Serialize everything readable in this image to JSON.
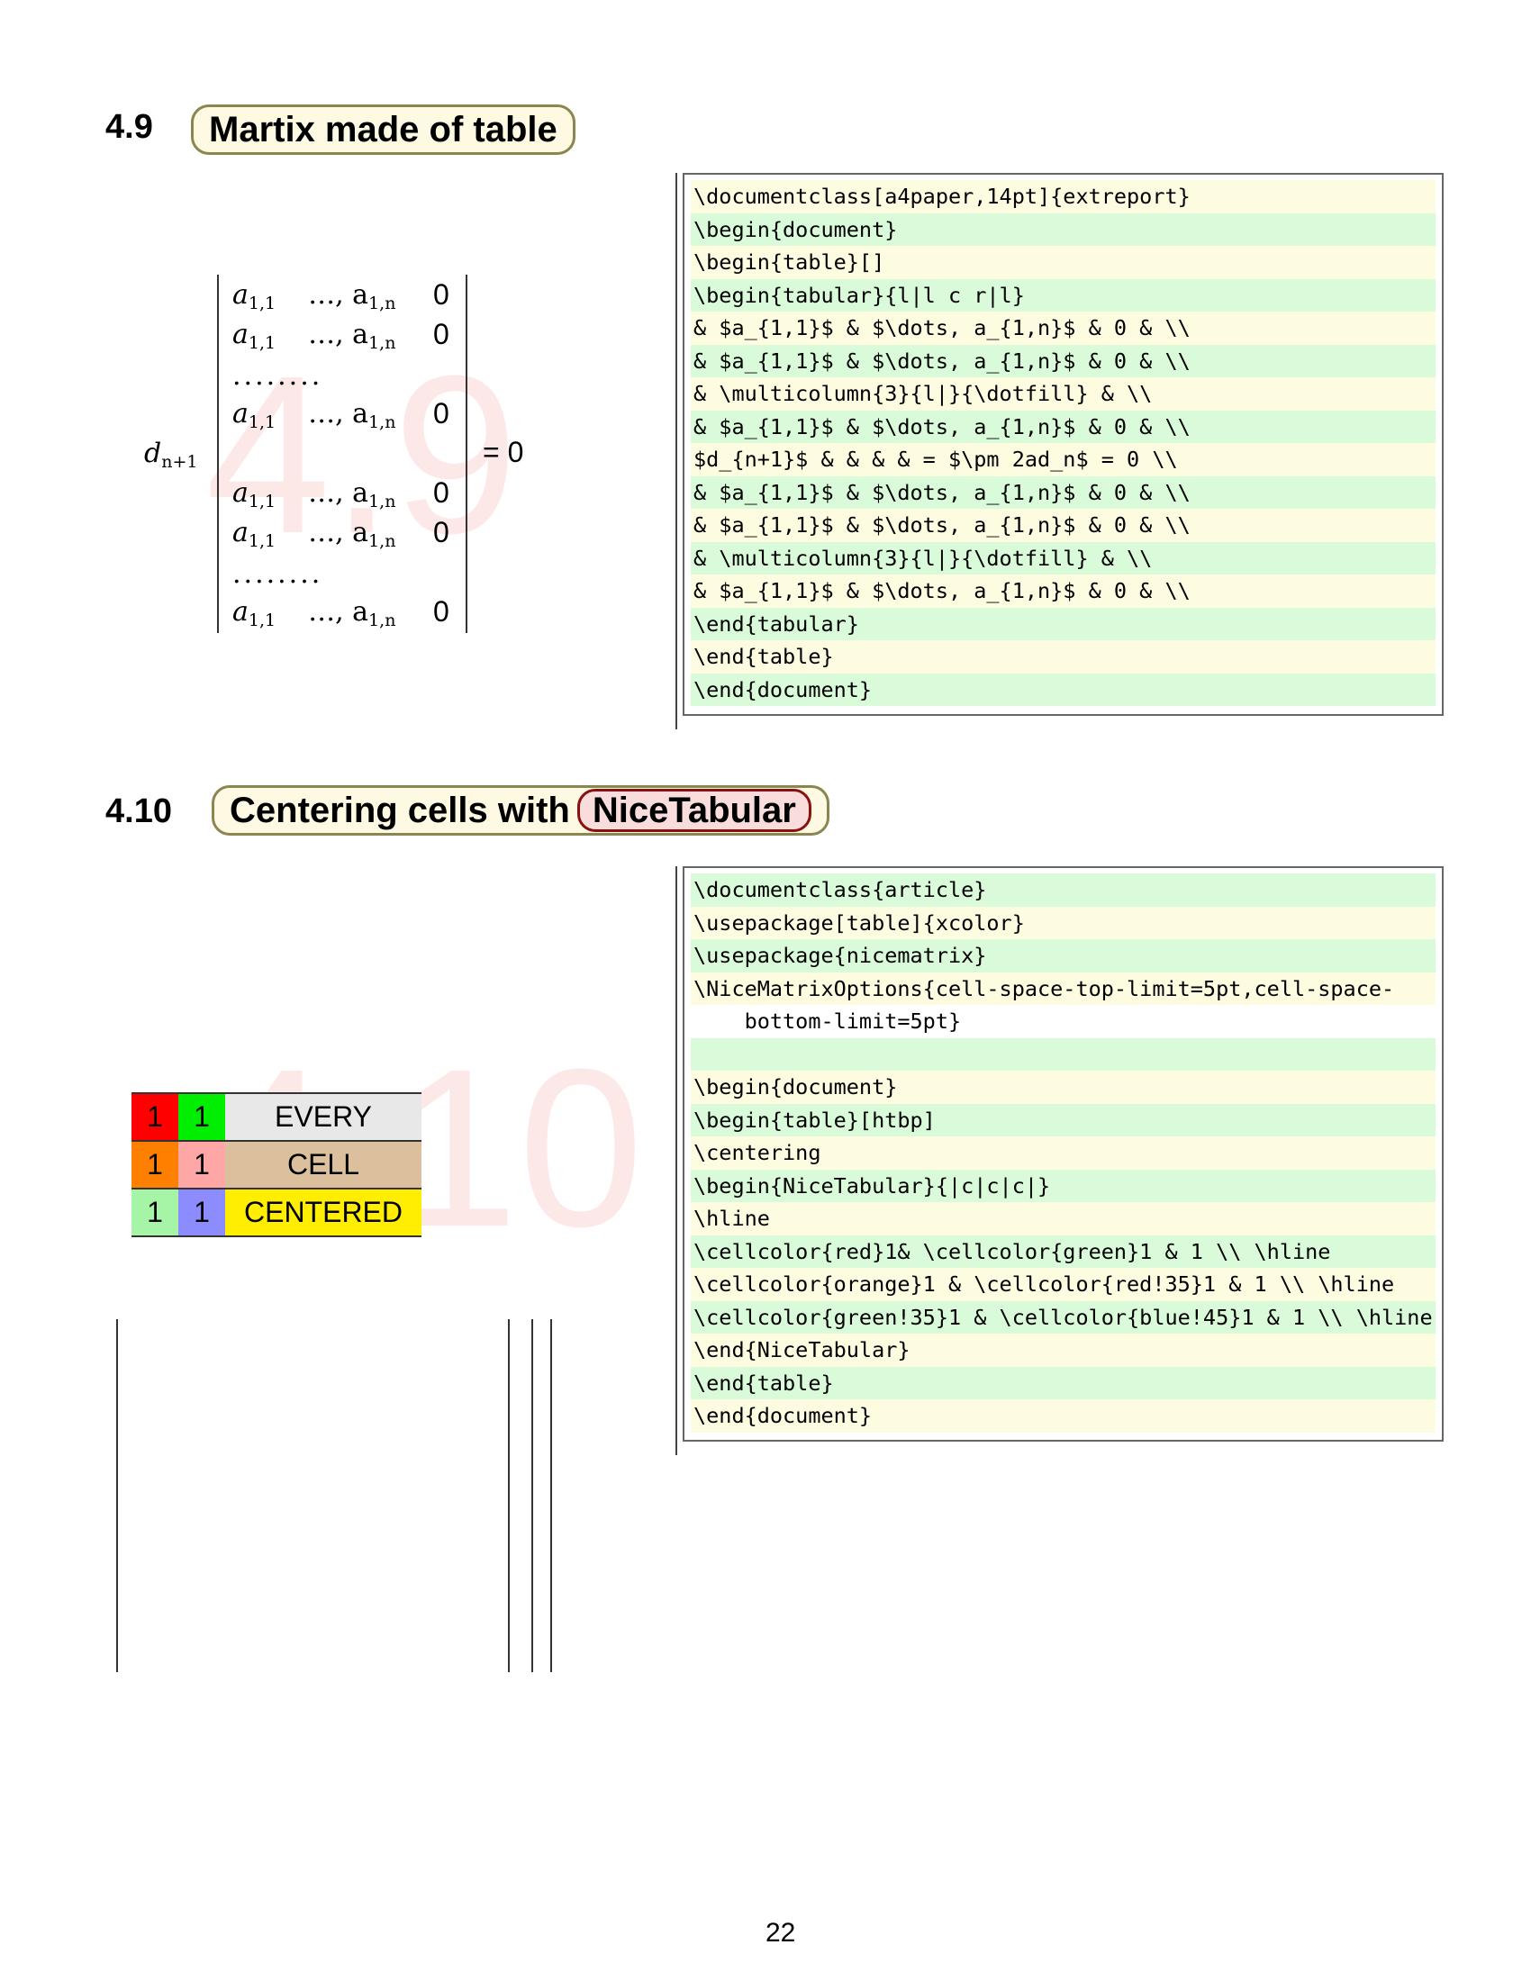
{
  "sections": [
    {
      "number": "4.9",
      "title": "Martix made of table",
      "watermark": "4.9"
    },
    {
      "number": "4.10",
      "title": "Centering cells with",
      "highlight": "NiceTabular",
      "watermark": "4.10"
    }
  ],
  "matrix": {
    "lhs": "d",
    "lhs_sub": "n+1",
    "rows": [
      {
        "type": "entry",
        "a": "a",
        "a_sub": "1,1",
        "dots": "…, a",
        "dots_sub": "1,n",
        "zero": "0"
      },
      {
        "type": "entry",
        "a": "a",
        "a_sub": "1,1",
        "dots": "…, a",
        "dots_sub": "1,n",
        "zero": "0"
      },
      {
        "type": "dotfill",
        "text": "........"
      },
      {
        "type": "entry",
        "a": "a",
        "a_sub": "1,1",
        "dots": "…, a",
        "dots_sub": "1,n",
        "zero": "0"
      },
      {
        "type": "entry",
        "a": "a",
        "a_sub": "1,1",
        "dots": "…, a",
        "dots_sub": "1,n",
        "zero": "0"
      },
      {
        "type": "entry",
        "a": "a",
        "a_sub": "1,1",
        "dots": "…, a",
        "dots_sub": "1,n",
        "zero": "0"
      },
      {
        "type": "dotfill",
        "text": "........"
      },
      {
        "type": "entry",
        "a": "a",
        "a_sub": "1,1",
        "dots": "…, a",
        "dots_sub": "1,n",
        "zero": "0"
      }
    ],
    "rhs": "= 0"
  },
  "code1": [
    {
      "text": "\\documentclass[a4paper,14pt]{extreport}",
      "bg": "ly"
    },
    {
      "text": "\\begin{document}",
      "bg": "lg"
    },
    {
      "text": "\\begin{table}[]",
      "bg": "ly"
    },
    {
      "text": "\\begin{tabular}{l|l c r|l}",
      "bg": "lg"
    },
    {
      "text": "& $a_{1,1}$ & $\\dots, a_{1,n}$ & 0 & \\\\",
      "bg": "ly"
    },
    {
      "text": "& $a_{1,1}$ & $\\dots, a_{1,n}$ & 0 & \\\\",
      "bg": "lg"
    },
    {
      "text": "& \\multicolumn{3}{l|}{\\dotfill} & \\\\",
      "bg": "ly"
    },
    {
      "text": "& $a_{1,1}$ & $\\dots, a_{1,n}$ & 0 & \\\\",
      "bg": "lg"
    },
    {
      "text": "$d_{n+1}$ & & & & = $\\pm 2ad_n$ = 0 \\\\",
      "bg": "ly"
    },
    {
      "text": "& $a_{1,1}$ & $\\dots, a_{1,n}$ & 0 & \\\\",
      "bg": "lg"
    },
    {
      "text": "& $a_{1,1}$ & $\\dots, a_{1,n}$ & 0 & \\\\",
      "bg": "ly"
    },
    {
      "text": "& \\multicolumn{3}{l|}{\\dotfill} & \\\\",
      "bg": "lg"
    },
    {
      "text": "& $a_{1,1}$ & $\\dots, a_{1,n}$ & 0 & \\\\",
      "bg": "ly"
    },
    {
      "text": "\\end{tabular}",
      "bg": "lg"
    },
    {
      "text": "\\end{table}",
      "bg": "ly"
    },
    {
      "text": "\\end{document}",
      "bg": "lg"
    }
  ],
  "code2": [
    {
      "text": "\\documentclass{article}",
      "bg": "lg"
    },
    {
      "text": "\\usepackage[table]{xcolor}",
      "bg": "ly"
    },
    {
      "text": "\\usepackage{nicematrix}",
      "bg": "lg"
    },
    {
      "text": "\\NiceMatrixOptions{cell-space-top-limit=5pt,cell-space-",
      "bg": "ly"
    },
    {
      "text": "    bottom-limit=5pt}",
      "bg": "lw"
    },
    {
      "text": "",
      "bg": "lg"
    },
    {
      "text": "\\begin{document}",
      "bg": "ly"
    },
    {
      "text": "\\begin{table}[htbp]",
      "bg": "lg"
    },
    {
      "text": "\\centering",
      "bg": "ly"
    },
    {
      "text": "\\begin{NiceTabular}{|c|c|c|}",
      "bg": "lg"
    },
    {
      "text": "\\hline",
      "bg": "ly"
    },
    {
      "text": "\\cellcolor{red}1& \\cellcolor{green}1 & 1 \\\\ \\hline",
      "bg": "lg"
    },
    {
      "text": "\\cellcolor{orange}1 & \\cellcolor{red!35}1 & 1 \\\\ \\hline",
      "bg": "ly"
    },
    {
      "text": "\\cellcolor{green!35}1 & \\cellcolor{blue!45}1 & 1 \\\\ \\hline",
      "bg": "lg"
    },
    {
      "text": "\\end{NiceTabular}",
      "bg": "ly"
    },
    {
      "text": "\\end{table}",
      "bg": "lg"
    },
    {
      "text": "\\end{document}",
      "bg": "ly"
    }
  ],
  "color_table": [
    {
      "cells": [
        {
          "text": "1",
          "color": "#ff0000"
        },
        {
          "text": "1",
          "color": "#00ee00"
        },
        {
          "text": "EVERY",
          "color": "#e8e8e8"
        }
      ]
    },
    {
      "cells": [
        {
          "text": "1",
          "color": "#ff7f00"
        },
        {
          "text": "1",
          "color": "#ffa6a6"
        },
        {
          "text": "CELL",
          "color": "#dcbf9d"
        }
      ]
    },
    {
      "cells": [
        {
          "text": "1",
          "color": "#a6f5a6"
        },
        {
          "text": "1",
          "color": "#8c8cff"
        },
        {
          "text": "CENTERED",
          "color": "#ffee00"
        }
      ]
    }
  ],
  "page_number": "22"
}
